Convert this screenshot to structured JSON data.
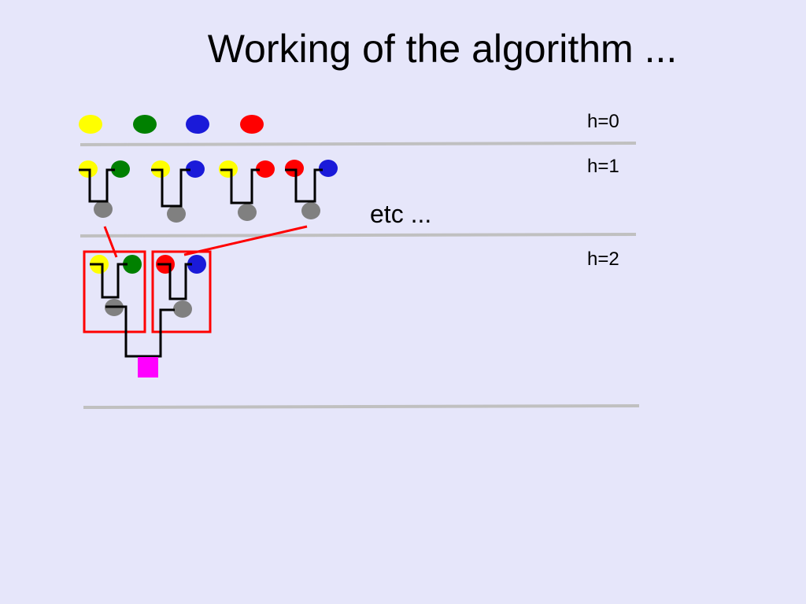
{
  "slide": {
    "title": "Working of the algorithm ...",
    "level_labels": [
      "h=0",
      "h=1",
      "h=2"
    ],
    "continuation_note": "etc ..."
  },
  "colors": {
    "background": "#e6e6fa",
    "yellow": "#ffff00",
    "green": "#008000",
    "blue": "#1a1ad9",
    "red": "#ff0000",
    "gray": "#808080",
    "magenta": "#ff00ff",
    "separator": "#c0c0c0",
    "highlight": "#ff0000"
  },
  "diagram": {
    "level0_nodes": [
      "yellow",
      "green",
      "blue",
      "red"
    ],
    "level1_pairs": [
      [
        "yellow",
        "green"
      ],
      [
        "yellow",
        "blue"
      ],
      [
        "yellow",
        "red"
      ],
      [
        "red",
        "blue"
      ]
    ],
    "level2_groups": [
      [
        "yellow",
        "green"
      ],
      [
        "red",
        "blue"
      ]
    ]
  }
}
